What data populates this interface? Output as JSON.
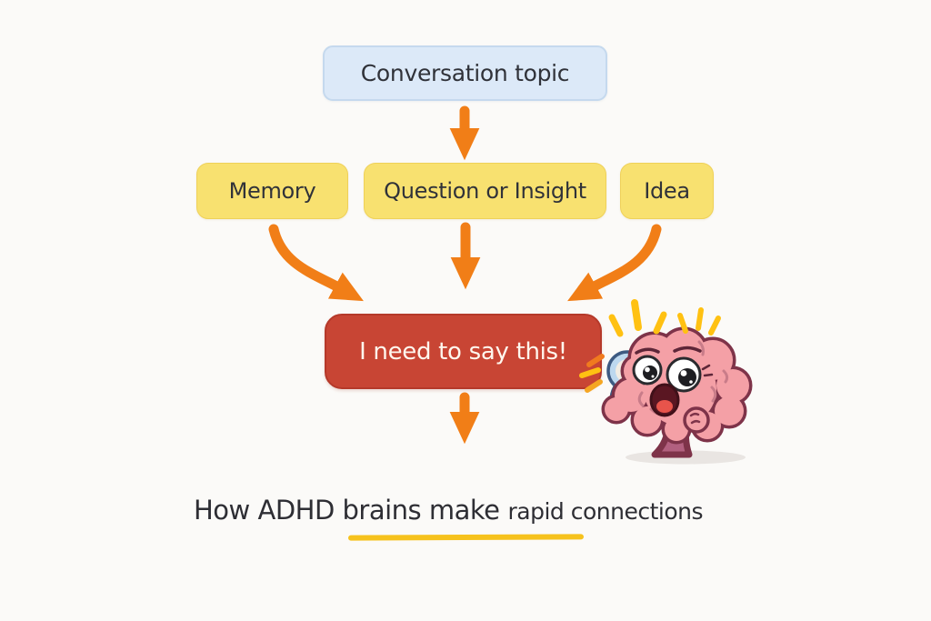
{
  "nodes": {
    "topic": {
      "label": "Conversation topic"
    },
    "memory": {
      "label": "Memory"
    },
    "question": {
      "label": "Question or Insight"
    },
    "idea": {
      "label": "Idea"
    },
    "say": {
      "label": "I need to say this!"
    }
  },
  "caption": {
    "main": "How ADHD brains make",
    "sub": "rapid connections"
  },
  "colors": {
    "background": "#FBFAF8",
    "topic_fill": "#DCE9F8",
    "topic_border": "#C5D9EE",
    "branch_fill": "#F8E170",
    "branch_border": "#EFD159",
    "say_fill": "#C84534",
    "say_text": "#FFF7EE",
    "arrow": "#F17E17",
    "underline": "#F6C21D",
    "excitement_marks": "#FFC112",
    "text": "#303239"
  },
  "character": {
    "name": "excited-brain-with-phone"
  }
}
